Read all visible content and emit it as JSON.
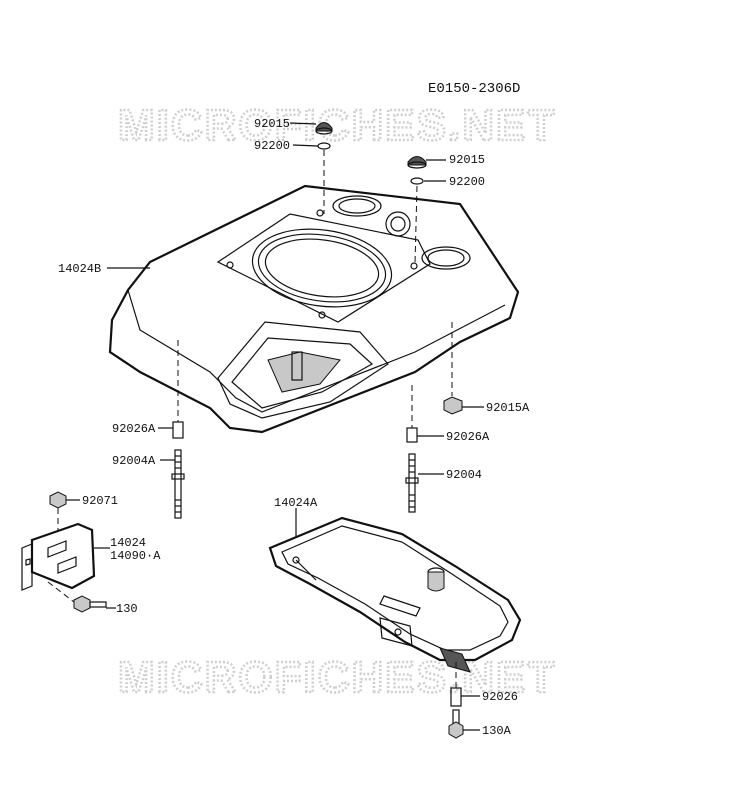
{
  "diagram_id": "E0150-2306D",
  "watermark": "MICROFICHES.NET",
  "parts": {
    "cap_left": "92015",
    "washer_left": "92200",
    "cap_right": "92015",
    "washer_right": "92200",
    "cover": "14024B",
    "nut_right": "92015A",
    "spacer_left": "92026A",
    "spacer_right": "92026A",
    "stud_left": "92004A",
    "stud_right": "92004",
    "nut_bracket": "92071",
    "bracket_a": "14024",
    "bracket_b": "14090·A",
    "bolt_bracket": "130",
    "lower_cover": "14024A",
    "spacer_bottom": "92026",
    "bolt_bottom": "130A"
  }
}
